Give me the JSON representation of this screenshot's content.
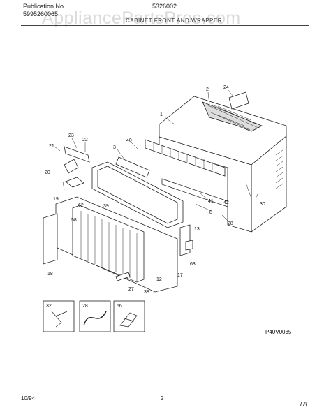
{
  "header": {
    "publication_label": "Publication No.",
    "publication_number": "5995260065",
    "model_number": "5326002",
    "section_title": "CABINET FRONT AND WRAPPER"
  },
  "watermark": "AppliancePartsPros.com",
  "diagram": {
    "part_labels": [
      "1",
      "2",
      "24",
      "23",
      "22",
      "21",
      "3",
      "40",
      "20",
      "19",
      "62",
      "39",
      "58",
      "13",
      "41",
      "8",
      "42",
      "30",
      "28",
      "63",
      "18",
      "12",
      "17",
      "27",
      "38",
      "32",
      "28",
      "56"
    ],
    "code": "P40V0035"
  },
  "footer": {
    "date": "10/94",
    "page": "2",
    "mark": "FA"
  }
}
